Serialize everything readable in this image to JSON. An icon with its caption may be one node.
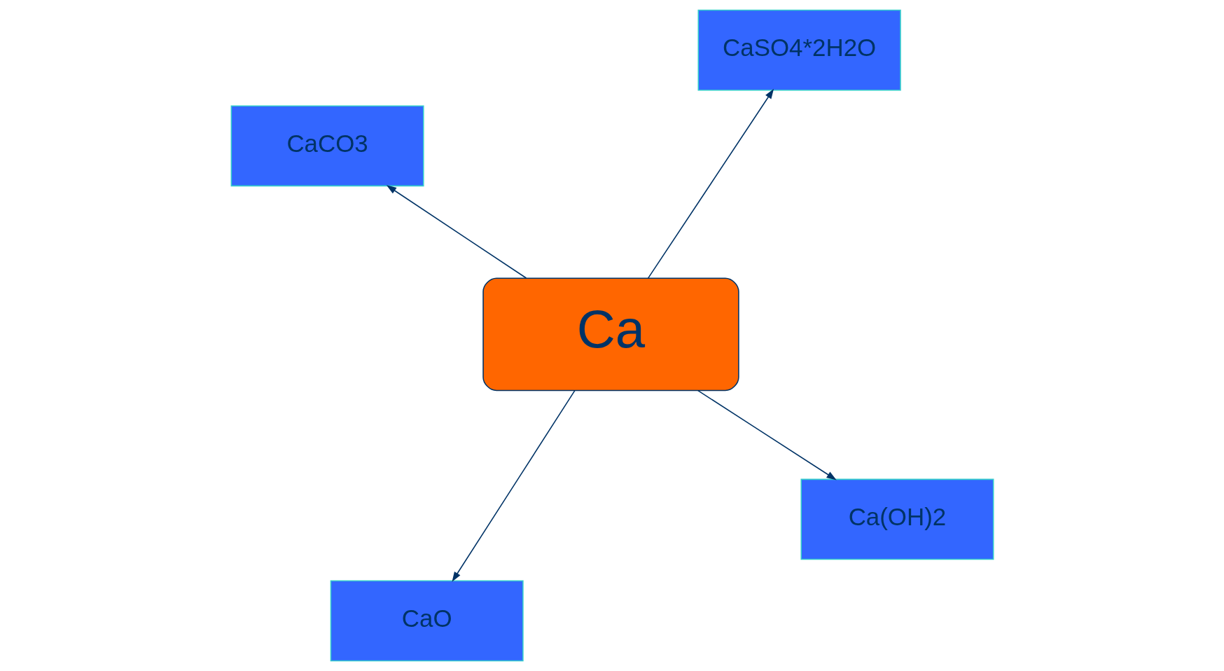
{
  "diagram": {
    "nodes": [
      {
        "text": [
          "Ca"
        ]
      },
      {
        "text": [
          "Ca(OH)2"
        ]
      },
      {
        "text": [
          "CaO"
        ]
      },
      {
        "text": [
          "CaCO3"
        ]
      },
      {
        "text": [
          "CaSO4*2H2O"
        ]
      }
    ],
    "edges": [
      {
        "from": 0,
        "to": 1,
        "arrow": "to"
      },
      {
        "from": 0,
        "to": 2,
        "arrow": "to"
      },
      {
        "from": 0,
        "to": 3,
        "arrow": "to"
      },
      {
        "from": 0,
        "to": 4,
        "arrow": "to"
      }
    ]
  }
}
